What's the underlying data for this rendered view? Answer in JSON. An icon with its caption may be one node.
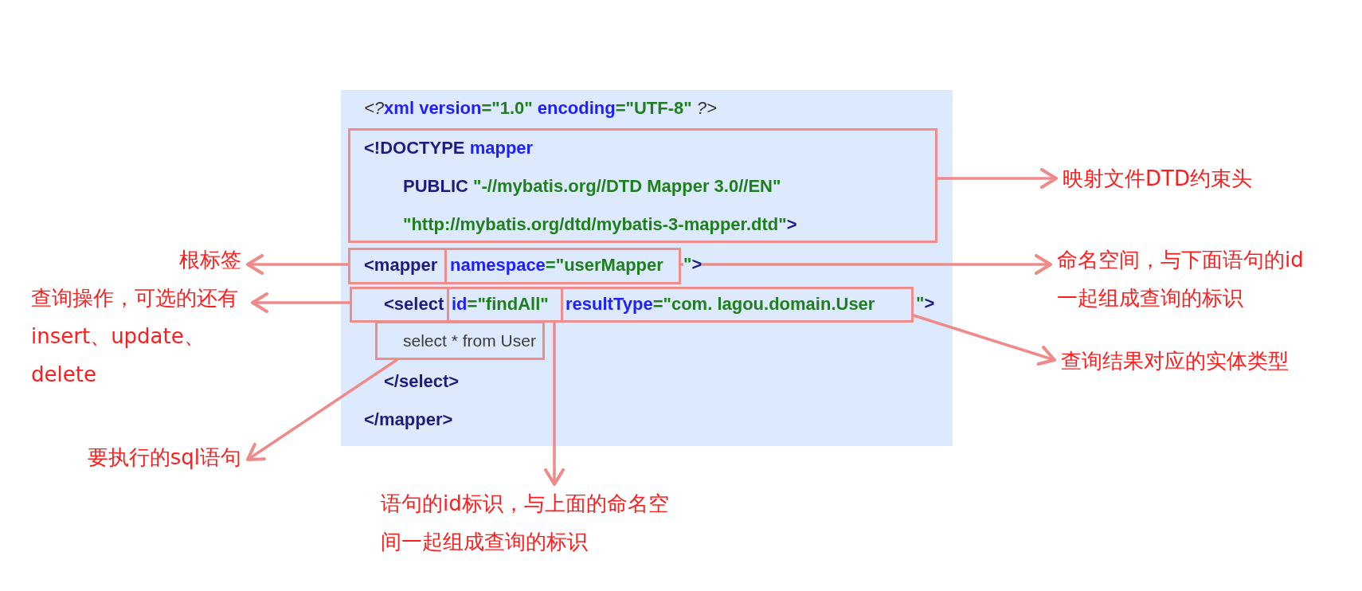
{
  "diagram": {
    "nodes": [
      {
        "text": [
          "<?xml version=\"1.0\" encoding=\"UTF-8\" ?>",
          "\">",
          "\">",
          "</select>",
          "</mapper>"
        ]
      },
      {
        "text": [
          "<!DOCTYPE mapper",
          "PUBLIC \"-//mybatis.org//DTD Mapper 3.0//EN\"",
          "\"http://mybatis.org/dtd/mybatis-3-mapper.dtd\">"
        ],
        "in": 0
      },
      {
        "text": [
          "<mapper"
        ],
        "in": 0
      },
      {
        "text": [
          "namespace=\"userMapper"
        ],
        "in": 0
      },
      {
        "text": [
          "<select"
        ],
        "in": 0
      },
      {
        "text": [
          "id=\"findAll\""
        ],
        "in": 0
      },
      {
        "text": [
          "resultType=\"com. lagou.domain.User"
        ],
        "in": 0
      },
      {
        "text": [
          "select * from User"
        ],
        "in": 0
      },
      {
        "text": [
          "映射文件DTD约束头"
        ]
      },
      {
        "text": [
          "根标签"
        ]
      },
      {
        "text": [
          "命名空间，与下面语句的id一起组成查询的标识"
        ]
      },
      {
        "text": [
          "查询操作，可选的还有insert、update、delete"
        ]
      },
      {
        "text": [
          "查询结果对应的实体类型"
        ]
      },
      {
        "text": [
          "要执行的sql语句"
        ]
      },
      {
        "text": [
          "语句的id标识，与上面的命名空间一起组成查询的标识"
        ]
      }
    ],
    "edges": [
      {
        "from": 1,
        "to": 8,
        "arrow": "to"
      },
      {
        "from": 2,
        "to": 9,
        "arrow": "to"
      },
      {
        "from": 3,
        "to": 10,
        "arrow": "to"
      },
      {
        "from": 4,
        "to": 11,
        "arrow": "to"
      },
      {
        "from": 6,
        "to": 12,
        "arrow": "to"
      },
      {
        "from": 7,
        "to": 13,
        "arrow": "to"
      },
      {
        "from": 5,
        "to": 14,
        "arrow": "to"
      }
    ]
  }
}
